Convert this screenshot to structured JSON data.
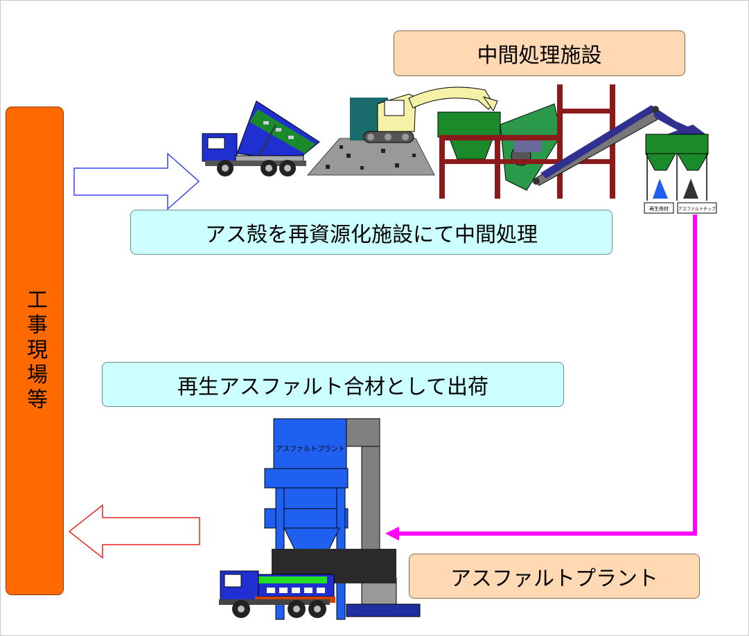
{
  "site": {
    "label": "工事現場等"
  },
  "facility": {
    "title": "中間処理施設"
  },
  "process": {
    "label": "アス殻を再資源化施設にて中間処理"
  },
  "shipment": {
    "label": "再生アスファルト合材として出荷"
  },
  "plant": {
    "title": "アスファルトプラント",
    "tower_label": "アスファルトプラント"
  },
  "silos": {
    "left_label": "再生骨材",
    "right_label": "アスファルトチップ"
  },
  "colors": {
    "site": "#ff6a00",
    "facility_title": "#ffd9b3",
    "process_label": "#ccffff",
    "flow_line": "#ff00ff",
    "inbound_arrow": "#3344ee",
    "outbound_arrow": "#ee2222",
    "truck": "#2030d0",
    "steel_frame": "#8b1a1a",
    "machine_green": "#1a8a2a",
    "plant_blue": "#2060f0",
    "plant_gray": "#808080"
  }
}
